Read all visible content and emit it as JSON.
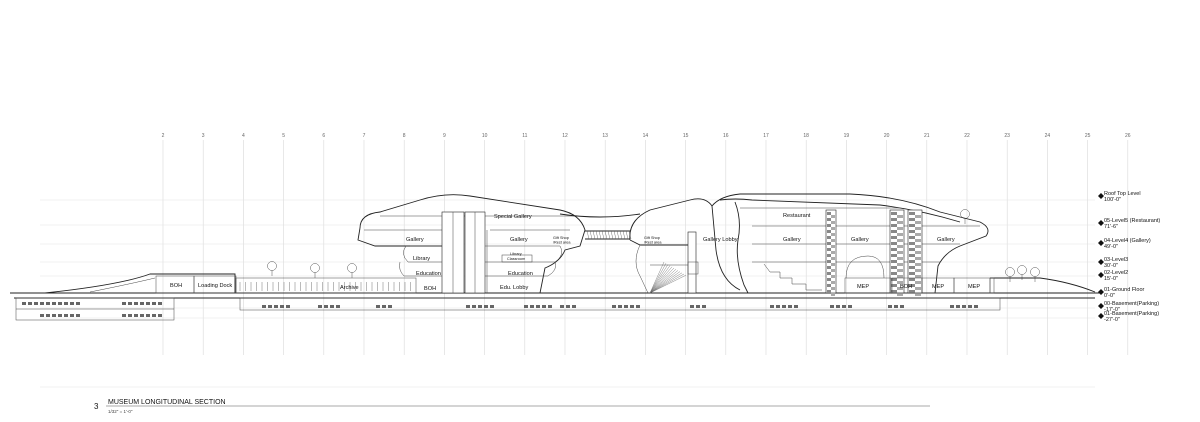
{
  "drawing": {
    "grid_numbers": [
      "2",
      "3",
      "4",
      "5",
      "6",
      "7",
      "8",
      "9",
      "10",
      "11",
      "12",
      "13",
      "14",
      "15",
      "16",
      "17",
      "18",
      "19",
      "20",
      "21",
      "22",
      "23",
      "24",
      "25",
      "26"
    ],
    "levels": [
      {
        "name": "Roof Top Level",
        "elevation": "100'-0\""
      },
      {
        "name": "05-Level5 (Restaurant)",
        "elevation": "71'-6\""
      },
      {
        "name": "04-Level4 (Gallery)",
        "elevation": "49'-0\""
      },
      {
        "name": "03-Level3",
        "elevation": "30'-0\""
      },
      {
        "name": "02-Level2",
        "elevation": "15'-0\""
      },
      {
        "name": "01-Ground Floor",
        "elevation": "0'-0\""
      },
      {
        "name": "00-Basement(Parking)",
        "elevation": "-17'-0\""
      },
      {
        "name": "01-Basement(Parking)",
        "elevation": "-27'-0\""
      }
    ],
    "rooms": {
      "boh_left": "BOH",
      "loading_dock": "Loading Dock",
      "archive": "Archive",
      "boh_mid": "BOH",
      "library_left": "Library",
      "education_upper": "Education",
      "gallery_left": "Gallery",
      "special_gallery": "Special Gallery",
      "gallery_mid": "Gallery",
      "library_mid": "Library",
      "classroom": "Classroom",
      "education_mid": "Education",
      "edu_lobby": "Edu. Lobby",
      "gift_shop_left": "Gift Shop\n/Rest area",
      "gift_shop_right": "Gift Shop\n/Rest area",
      "gallery_lobby": "Gallery Lobby",
      "restaurant": "Restaurant",
      "gallery_r1": "Gallery",
      "gallery_r2": "Gallery",
      "gallery_r3": "Gallery",
      "mep_1": "MEP",
      "boh_right": "BOH",
      "mep_2": "MEP",
      "mep_3": "MEP"
    },
    "title": {
      "number": "3",
      "name": "MUSEUM LONGITUDINAL SECTION",
      "scale": "1/32\" = 1'-0\""
    }
  }
}
